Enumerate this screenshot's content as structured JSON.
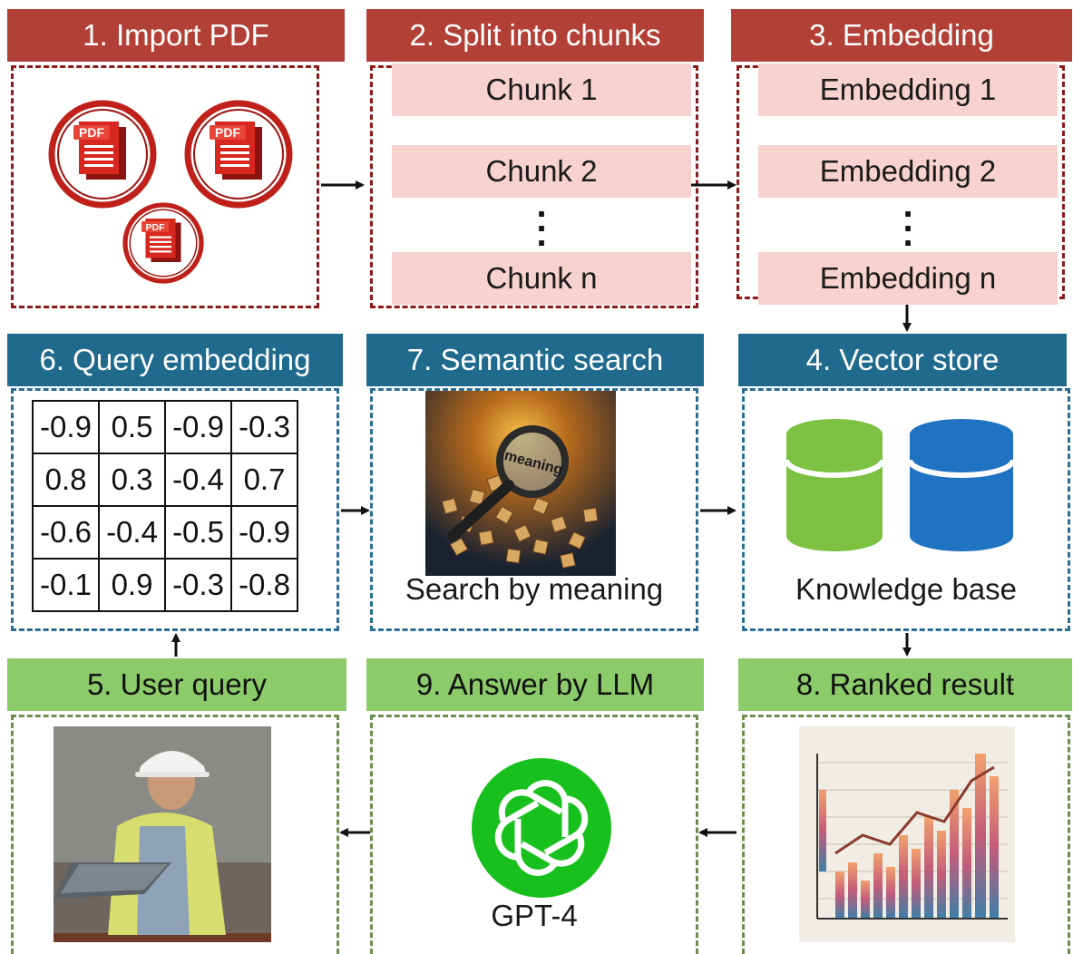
{
  "steps": {
    "import_pdf": "1. Import PDF",
    "split_chunks": "2. Split into chunks",
    "embedding": "3. Embedding",
    "vector_store": "4. Vector store",
    "user_query": "5. User query",
    "query_embedding": "6. Query embedding",
    "semantic_search": "7. Semantic search",
    "ranked_result": "8. Ranked result",
    "answer_llm": "9. Answer by LLM"
  },
  "pdf_icon_label": "PDF",
  "chunks": [
    "Chunk 1",
    "Chunk 2",
    "Chunk n"
  ],
  "embeddings": [
    "Embedding 1",
    "Embedding 2",
    "Embedding n"
  ],
  "query_matrix": [
    [
      "-0.9",
      "0.5",
      "-0.9",
      "-0.3"
    ],
    [
      "0.8",
      "0.3",
      "-0.4",
      "0.7"
    ],
    [
      "-0.6",
      "-0.4",
      "-0.5",
      "-0.9"
    ],
    [
      "-0.1",
      "0.9",
      "-0.3",
      "-0.8"
    ]
  ],
  "search_image_word": "meaning",
  "search_caption": "Search by meaning",
  "knowledge_caption": "Knowledge base",
  "llm_caption": "GPT-4",
  "colors": {
    "red_header": "#b24036",
    "blue_header": "#1f6a8d",
    "green_header": "#8ccb6a",
    "chunk_fill": "#f7d2ce",
    "db_green": "#7dc142",
    "db_blue": "#1f73c2",
    "gpt_green": "#18c01e"
  }
}
